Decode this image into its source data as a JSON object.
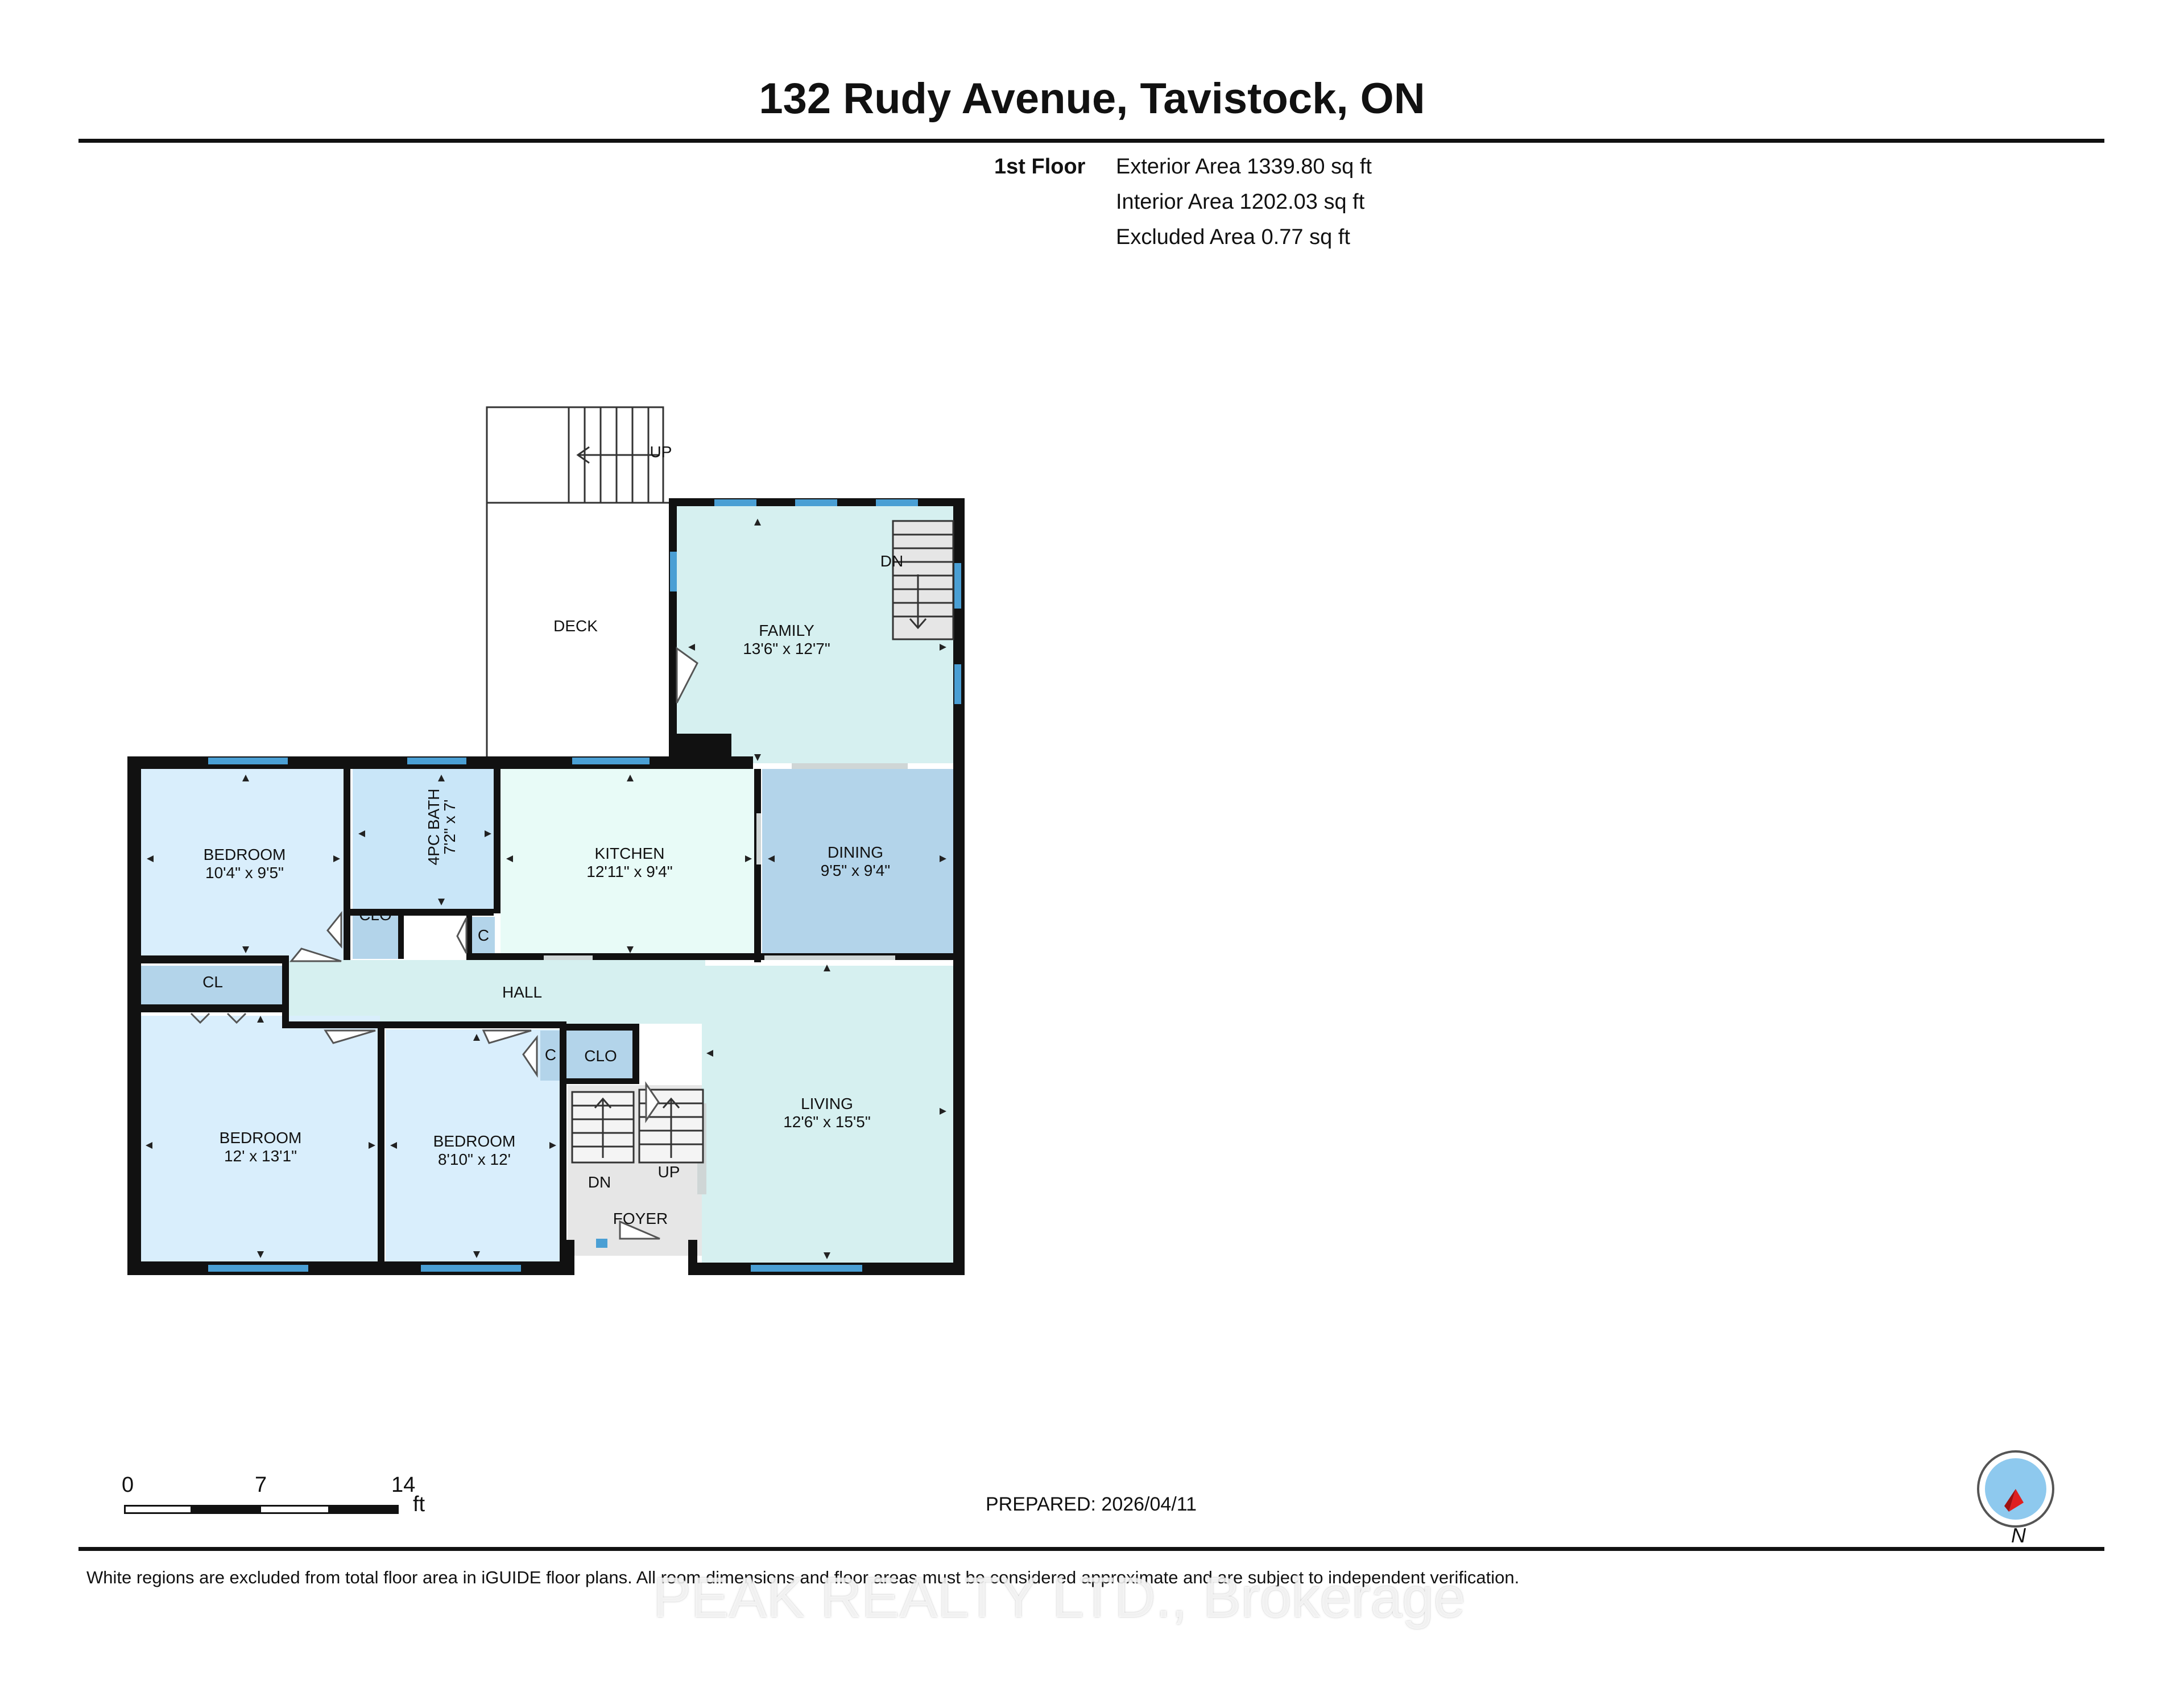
{
  "title": "132 Rudy Avenue, Tavistock, ON",
  "floor": {
    "label": "1st Floor",
    "exterior_area": "Exterior Area 1339.80 sq ft",
    "interior_area": "Interior Area 1202.03 sq ft",
    "excluded_area": "Excluded Area 0.77 sq ft"
  },
  "rooms": {
    "deck": {
      "name": "DECK"
    },
    "family": {
      "name": "FAMILY",
      "dims": "13'6\" x 12'7\""
    },
    "bedroom_nw": {
      "name": "BEDROOM",
      "dims": "10'4\" x 9'5\""
    },
    "bath": {
      "name": "4PC BATH",
      "dims": "7'2\" x 7'"
    },
    "kitchen": {
      "name": "KITCHEN",
      "dims": "12'11\" x 9'4\""
    },
    "dining": {
      "name": "DINING",
      "dims": "9'5\" x 9'4\""
    },
    "hall": {
      "name": "HALL"
    },
    "living": {
      "name": "LIVING",
      "dims": "12'6\" x 15'5\""
    },
    "bedroom_sw": {
      "name": "BEDROOM",
      "dims": "12' x 13'1\""
    },
    "bedroom_s": {
      "name": "BEDROOM",
      "dims": "8'10\" x 12'"
    },
    "foyer": {
      "name": "FOYER"
    },
    "clo_1": {
      "name": "CLO"
    },
    "clo_2": {
      "name": "CLO"
    },
    "cl": {
      "name": "CL"
    },
    "c_1": {
      "name": "C"
    },
    "c_2": {
      "name": "C"
    }
  },
  "stairs": {
    "deck_up": "UP",
    "family_dn": "DN",
    "foyer_dn": "DN",
    "foyer_up": "UP"
  },
  "scale": {
    "tick_0": "0",
    "tick_1": "7",
    "tick_2": "14",
    "unit": "ft"
  },
  "prepared": "PREPARED: 2026/04/11",
  "compass_label": "N",
  "disclaimer": "White regions are excluded from total floor area in iGUIDE floor plans. All room dimensions and floor areas must be considered approximate and are subject to independent verification.",
  "watermark": "PEAK REALTY LTD., Brokerage",
  "colors": {
    "wall": "#111111",
    "window": "#4a9fd4",
    "family": "#d6f0f0",
    "bedroom": "#d9eefc",
    "bath": "#c9e6f8",
    "kitchen": "#e8fbf7",
    "dining": "#b3d4ea",
    "hall": "#d6f0f0",
    "living": "#d6f0f0",
    "closet": "#b3d4ea",
    "foyer": "#e6e6e6"
  }
}
